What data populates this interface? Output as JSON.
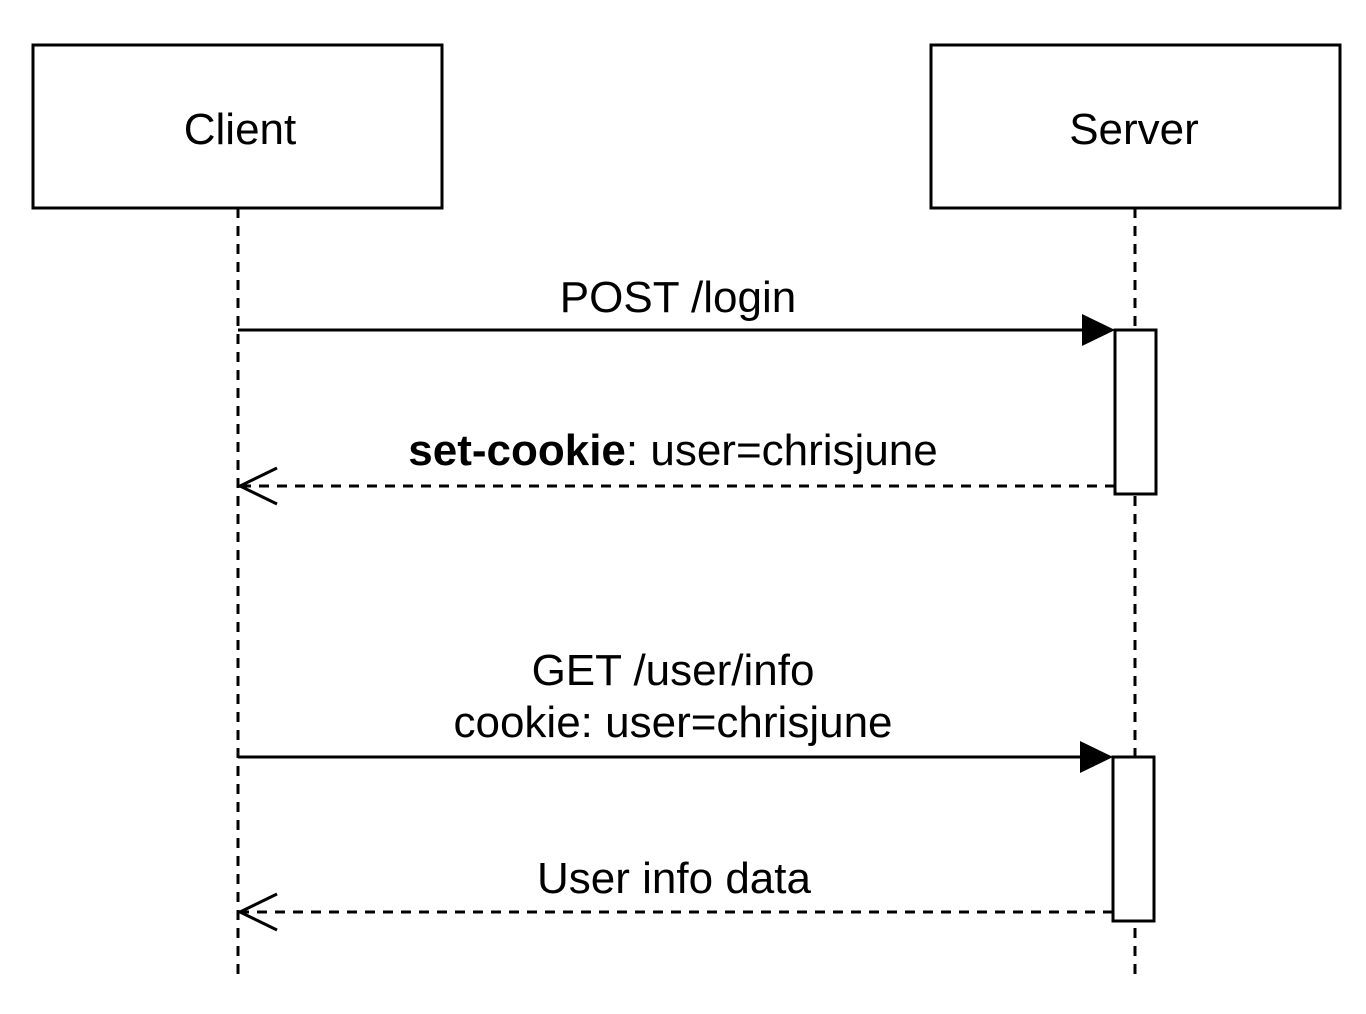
{
  "participants": {
    "client": "Client",
    "server": "Server"
  },
  "messages": [
    {
      "label": "POST /login",
      "kind": "request"
    },
    {
      "label_key": "set-cookie",
      "label_rest": ": user=chrisjune",
      "kind": "response"
    },
    {
      "label_line1": "GET /user/info",
      "label_line2": "cookie: user=chrisjune",
      "kind": "request"
    },
    {
      "label": "User info data",
      "kind": "response"
    }
  ]
}
